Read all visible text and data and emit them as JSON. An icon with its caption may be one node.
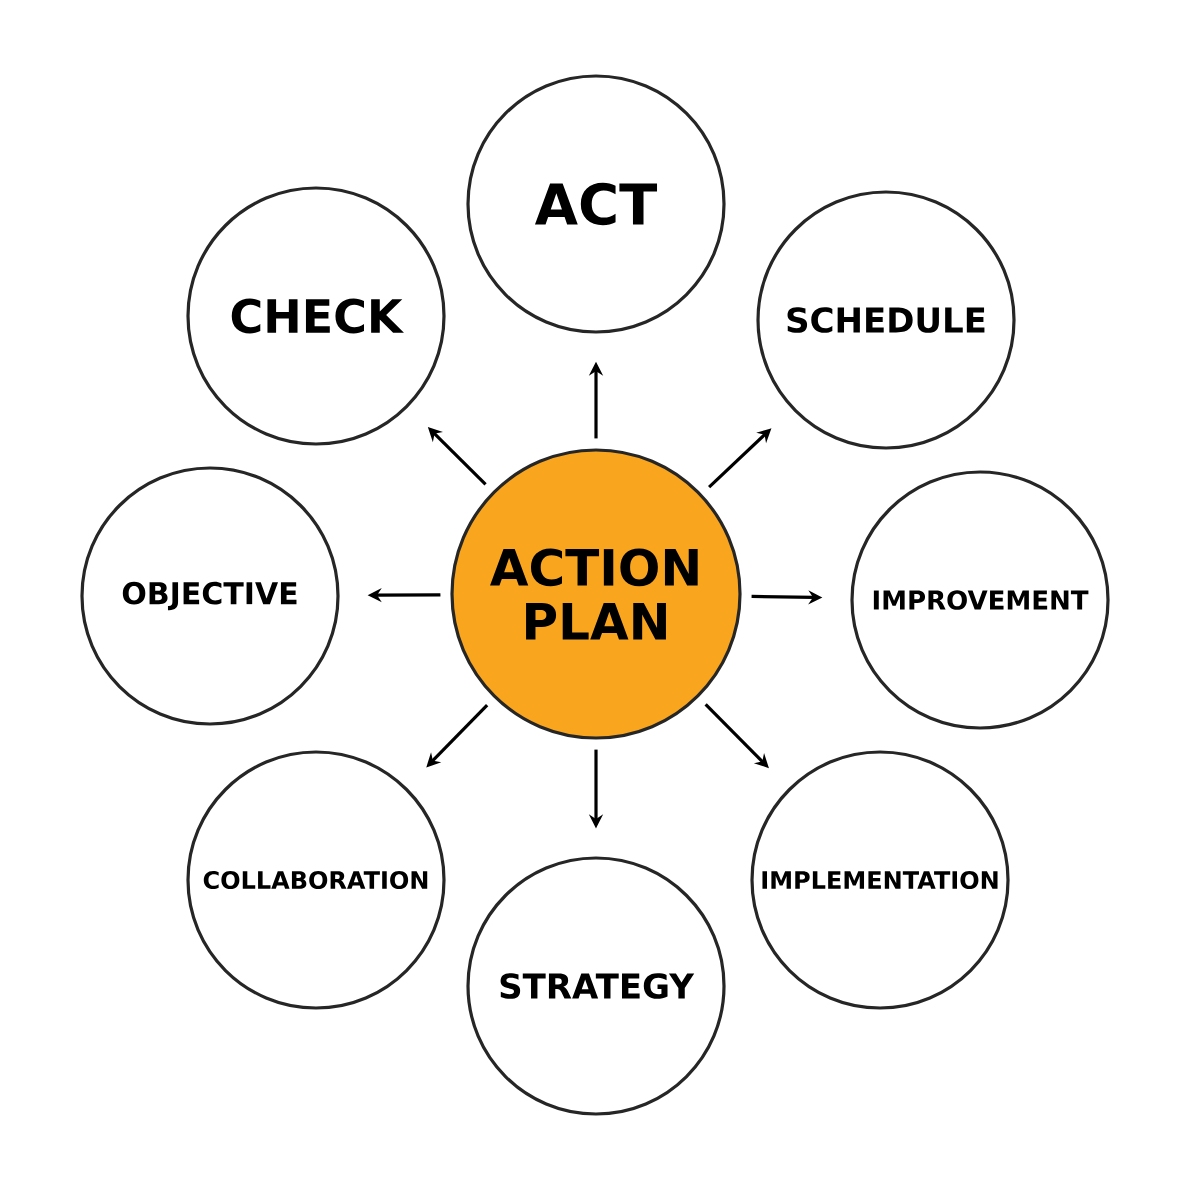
{
  "diagram": {
    "nodes": [
      {
        "text": [
          "ACTION PLAN"
        ]
      },
      {
        "text": [
          "ACT"
        ]
      },
      {
        "text": [
          "SCHEDULE"
        ]
      },
      {
        "text": [
          "IMPROVEMENT"
        ]
      },
      {
        "text": [
          "IMPLEMENTATION"
        ]
      },
      {
        "text": [
          "STRATEGY"
        ]
      },
      {
        "text": [
          "COLLABORATION"
        ]
      },
      {
        "text": [
          "OBJECTIVE"
        ]
      },
      {
        "text": [
          "CHECK"
        ]
      }
    ],
    "edges": [
      {
        "from": 0,
        "to": 1,
        "arrow": "to"
      },
      {
        "from": 0,
        "to": 2,
        "arrow": "to"
      },
      {
        "from": 0,
        "to": 3,
        "arrow": "to"
      },
      {
        "from": 0,
        "to": 4,
        "arrow": "to"
      },
      {
        "from": 0,
        "to": 5,
        "arrow": "to"
      },
      {
        "from": 0,
        "to": 6,
        "arrow": "to"
      },
      {
        "from": 0,
        "to": 7,
        "arrow": "to"
      },
      {
        "from": 0,
        "to": 8,
        "arrow": "to"
      }
    ]
  }
}
